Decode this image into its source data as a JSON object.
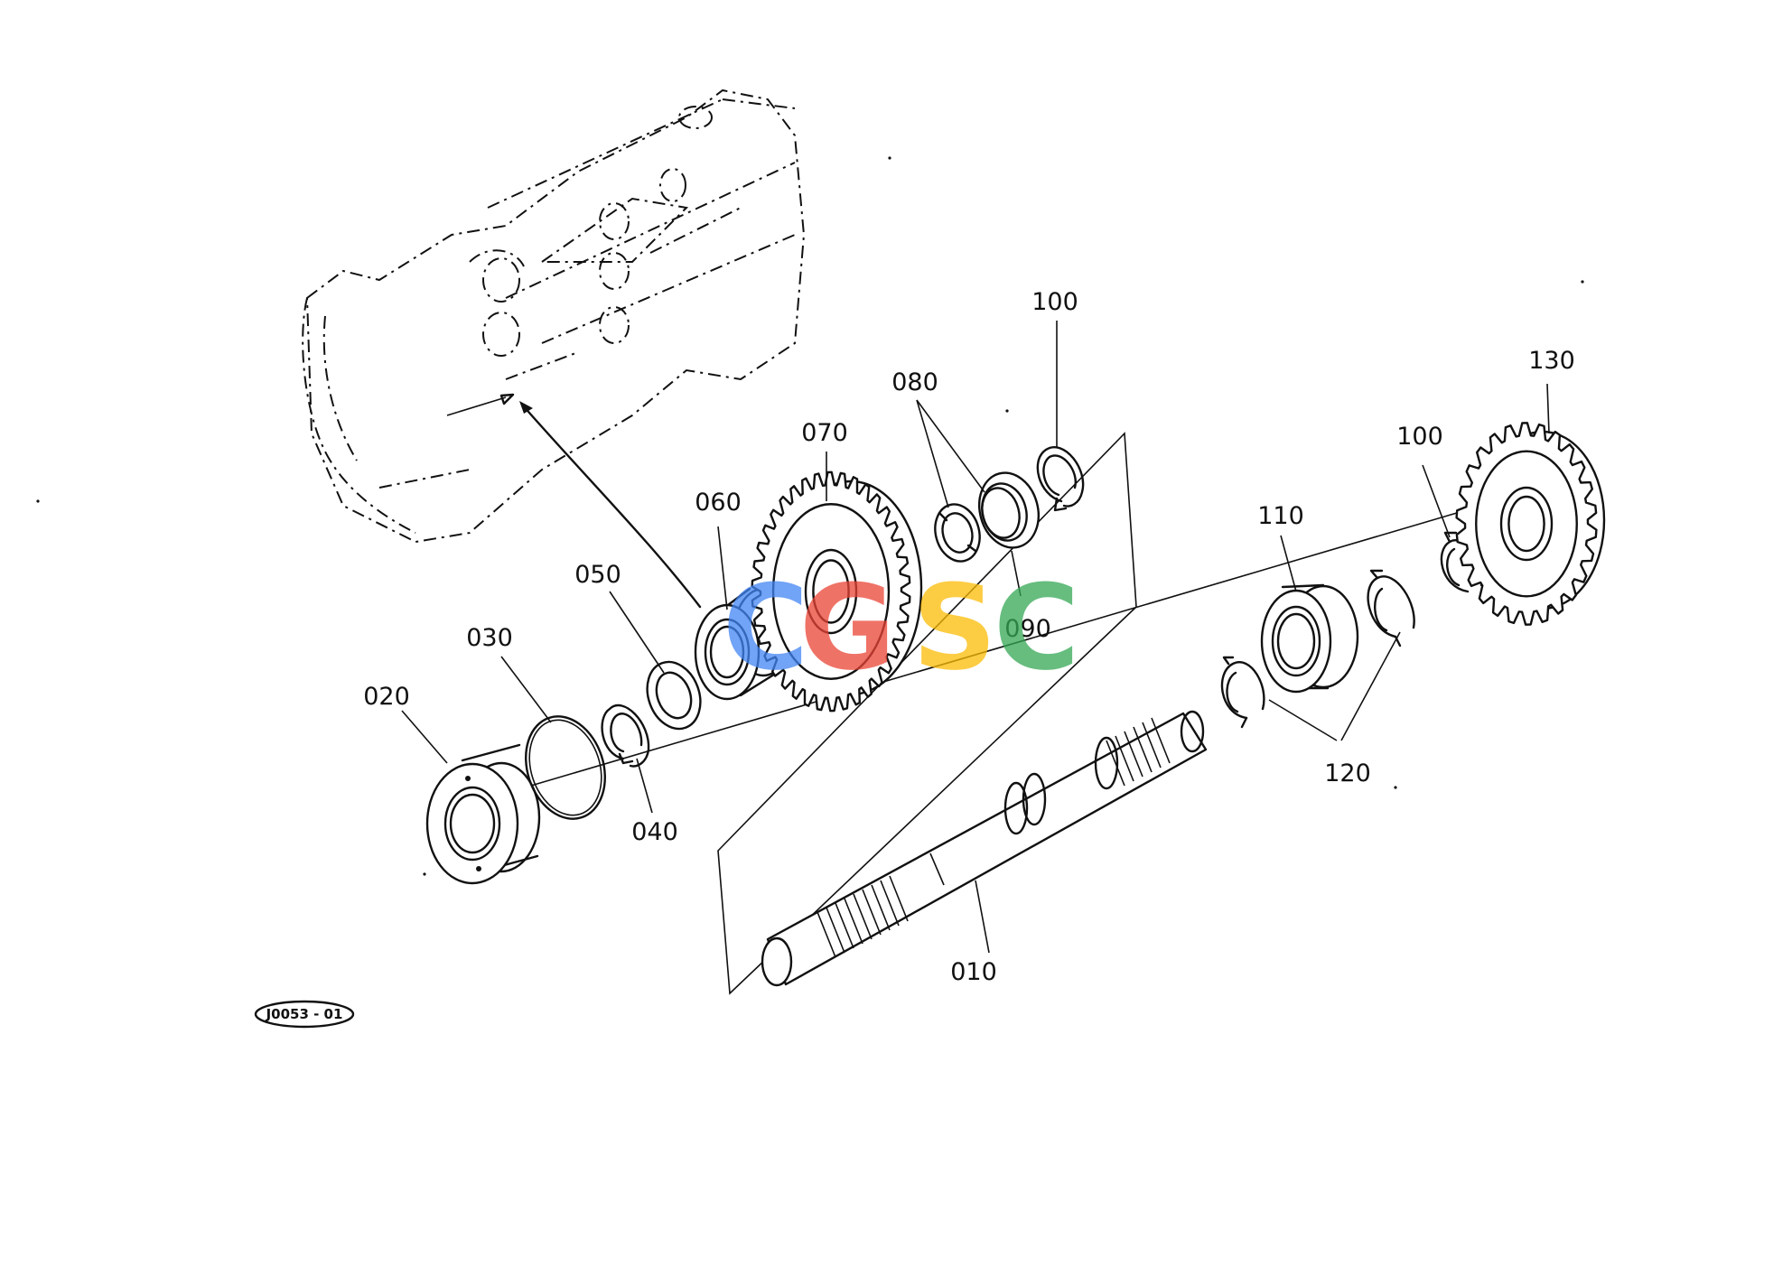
{
  "diagram": {
    "ref_code": "J0053 - 01",
    "watermark": {
      "letters": [
        {
          "char": "C",
          "color": "#4285F4"
        },
        {
          "char": "G",
          "color": "#EA4335"
        },
        {
          "char": "S",
          "color": "#FBBC05"
        },
        {
          "char": "C",
          "color": "#34A853"
        }
      ]
    },
    "callouts": {
      "p010": "010",
      "p020": "020",
      "p030": "030",
      "p040": "040",
      "p050": "050",
      "p060": "060",
      "p070": "070",
      "p080": "080",
      "p090": "090",
      "p100a": "100",
      "p100b": "100",
      "p110": "110",
      "p120": "120",
      "p130": "130"
    }
  }
}
